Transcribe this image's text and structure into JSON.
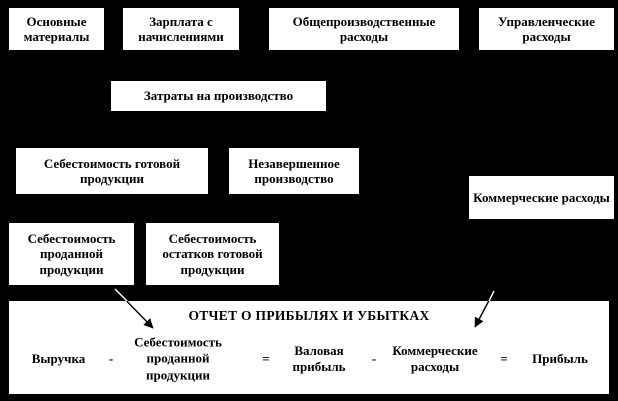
{
  "diagram": {
    "colors": {
      "background": "#000000",
      "box": "#ffffff",
      "text": "#000000"
    },
    "boxes": {
      "materials": "Основные материалы",
      "salary": "Зарплата с начислениями",
      "overhead": "Общепроизводственные расходы",
      "management": "Управленческие расходы",
      "production": "Затраты на производство",
      "finished": "Себестоимость готовой продукции",
      "wip": "Незавершенное производство",
      "commercial": "Коммерческие расходы",
      "sold": "Себестоимость проданной продукции",
      "remaining": "Себестоимость остатков готовой продукции"
    },
    "report": {
      "title": "ОТЧЕТ О ПРИБЫЛЯХ И УБЫТКАХ",
      "terms": [
        "Выручка",
        "-",
        "Себестоимость проданной продукции",
        "=",
        "Валовая прибыль",
        "-",
        "Коммерческие расходы",
        "=",
        "Прибыль"
      ]
    },
    "arrow_names": [
      "arrow-sold-to-report",
      "arrow-commercial-to-report"
    ]
  }
}
